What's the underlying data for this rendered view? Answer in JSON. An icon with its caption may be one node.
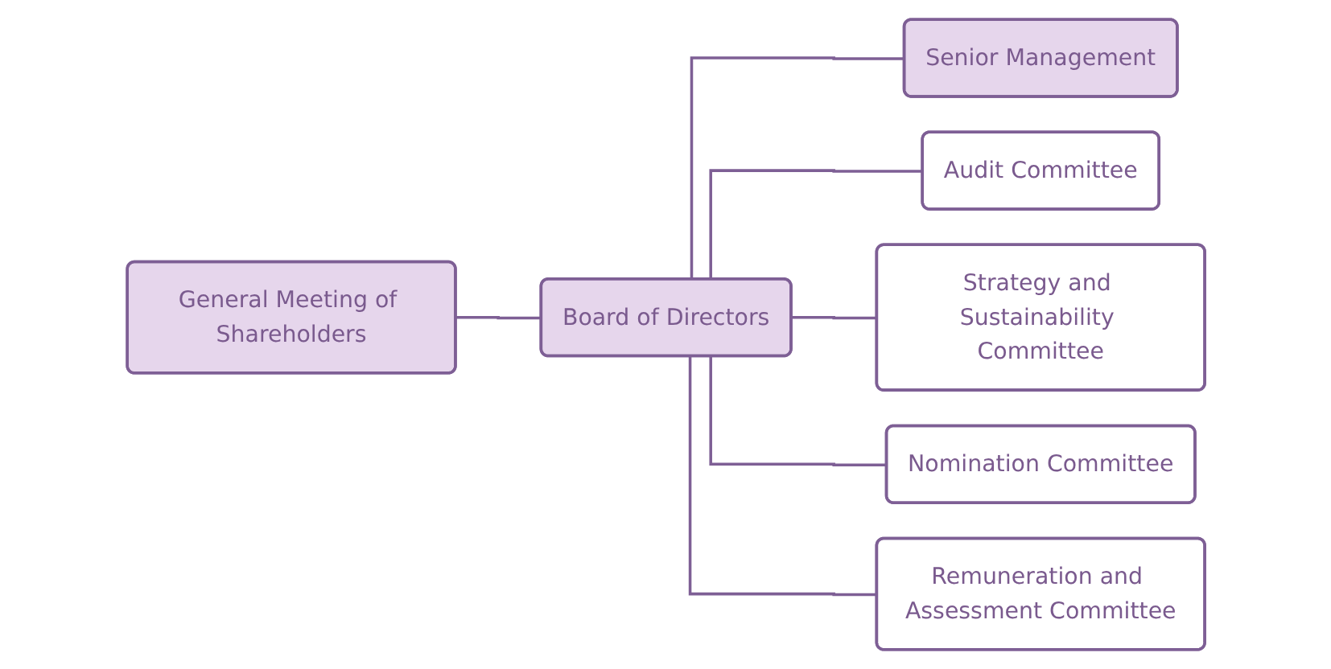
{
  "diagram": {
    "nodes": [
      {
        "text": [
          "General Meeting of Shareholders"
        ]
      },
      {
        "text": [
          "Board of Directors"
        ]
      },
      {
        "text": [
          "Senior Management"
        ]
      },
      {
        "text": [
          "Audit Committee"
        ]
      },
      {
        "text": [
          "Strategy and Sustainability Committee"
        ]
      },
      {
        "text": [
          "Nomination Committee"
        ]
      },
      {
        "text": [
          "Remuneration and Assessment Committee"
        ]
      }
    ],
    "edges": [
      {
        "from": 0,
        "to": 1,
        "arrow": "none"
      },
      {
        "from": 1,
        "to": 2,
        "arrow": "none"
      },
      {
        "from": 1,
        "to": 3,
        "arrow": "none"
      },
      {
        "from": 1,
        "to": 4,
        "arrow": "none"
      },
      {
        "from": 1,
        "to": 5,
        "arrow": "none"
      },
      {
        "from": 1,
        "to": 6,
        "arrow": "none"
      }
    ]
  }
}
